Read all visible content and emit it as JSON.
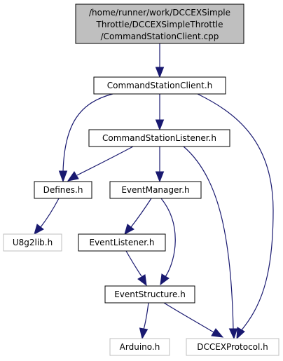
{
  "graph": {
    "edge_color": "#191970",
    "root_fill": "#bfbfbf",
    "external_border": "#bfbfbf",
    "nodes": {
      "root": {
        "lines": [
          "/home/runner/work/DCCEXSimple",
          "Throttle/DCCEXSimpleThrottle",
          "/CommandStationClient.cpp"
        ]
      },
      "client_h": {
        "lines": [
          "CommandStationClient.h"
        ]
      },
      "listener_h": {
        "lines": [
          "CommandStationListener.h"
        ]
      },
      "defines_h": {
        "lines": [
          "Defines.h"
        ]
      },
      "event_manager_h": {
        "lines": [
          "EventManager.h"
        ]
      },
      "u8g2lib_h": {
        "lines": [
          "U8g2lib.h"
        ]
      },
      "event_listener_h": {
        "lines": [
          "EventListener.h"
        ]
      },
      "event_structure_h": {
        "lines": [
          "EventStructure.h"
        ]
      },
      "arduino_h": {
        "lines": [
          "Arduino.h"
        ]
      },
      "dccex_protocol_h": {
        "lines": [
          "DCCEXProtocol.h"
        ]
      }
    }
  }
}
